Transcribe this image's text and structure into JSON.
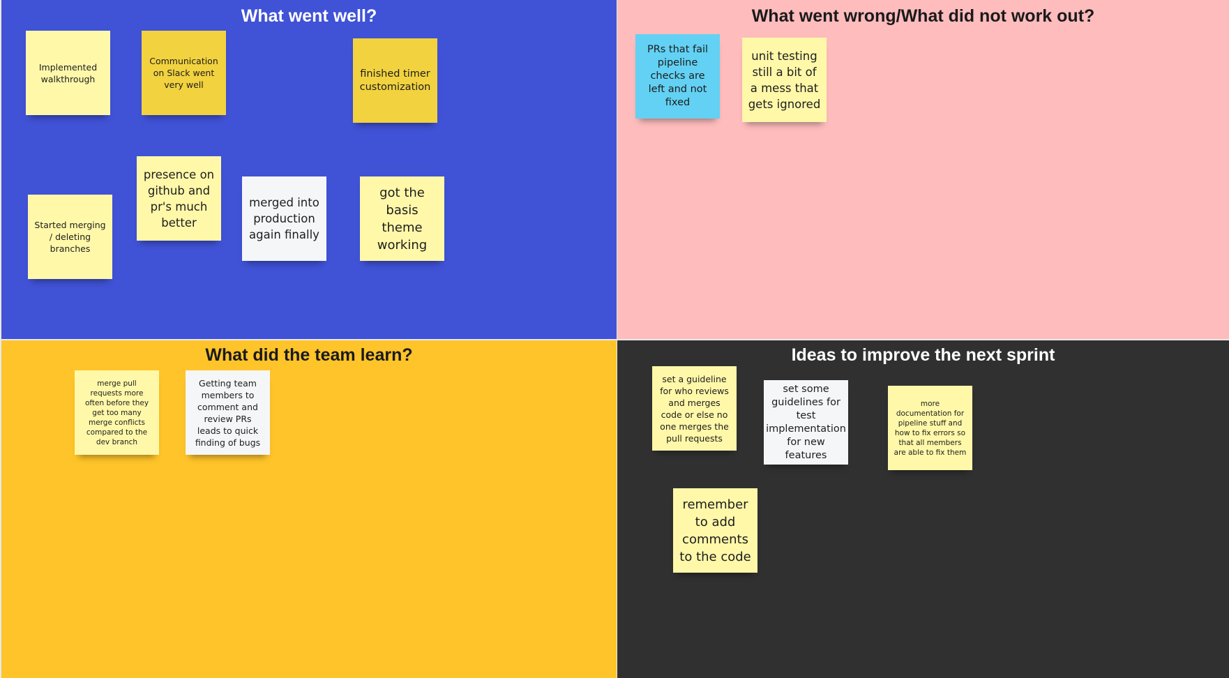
{
  "board": {
    "went_well": {
      "title": "What went well?",
      "notes": [
        "Implemented walkthrough",
        "Communication on Slack went very well",
        "finished timer customization",
        "Started merging / deleting branches",
        "presence on github and pr's much better",
        "merged into production again finally",
        "got the basis theme working"
      ]
    },
    "went_wrong": {
      "title": "What went wrong/What did not work out?",
      "notes": [
        "PRs that fail pipeline checks are left and not fixed",
        "unit testing still a bit of a mess that gets ignored"
      ]
    },
    "team_learned": {
      "title": "What did the team learn?",
      "notes": [
        "merge pull requests more often before they get too many merge conflicts compared to the dev branch",
        "Getting team members to comment and review PRs leads to quick finding of bugs"
      ]
    },
    "ideas": {
      "title": "Ideas to improve the next sprint",
      "notes": [
        "set a guideline for who reviews and merges code or else no one merges the pull requests",
        "set some guidelines for test implementation for new features",
        "more documentation for pipeline stuff and how to fix errors so that all members are able to fix them",
        "remember to add comments to the code"
      ]
    }
  },
  "colors": {
    "went_well_bg": "#4052d6",
    "went_wrong_bg": "#ffbcbd",
    "team_learned_bg": "#ffc42a",
    "ideas_bg": "#303030",
    "note_pale_yellow": "#fff8a9",
    "note_gold": "#f2d23f",
    "note_white": "#f5f6f8",
    "note_cyan": "#62d1f3"
  }
}
